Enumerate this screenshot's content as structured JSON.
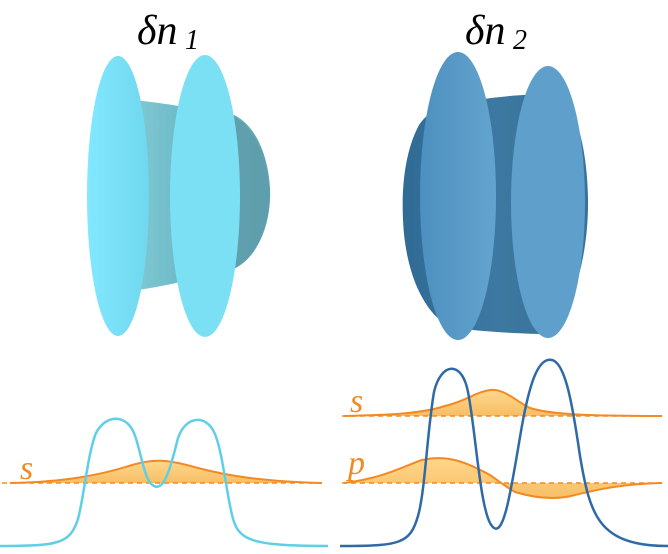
{
  "labels": {
    "left_title_main": "δn",
    "left_title_sub": "1",
    "right_title_main": "δn",
    "right_title_sub": "2",
    "left_mode_s": "s",
    "right_mode_s": "s",
    "right_mode_p": "p"
  },
  "colors": {
    "left_lens": "#7fe1f6",
    "left_lens_dark": "#5aa9b8",
    "right_lens": "#4f8fbf",
    "right_lens_dark": "#3b6f93",
    "left_profile": "#5fcfe7",
    "right_profile": "#2f6aa6",
    "mode_line": "#f28a24",
    "mode_fill": "#fcd590"
  }
}
